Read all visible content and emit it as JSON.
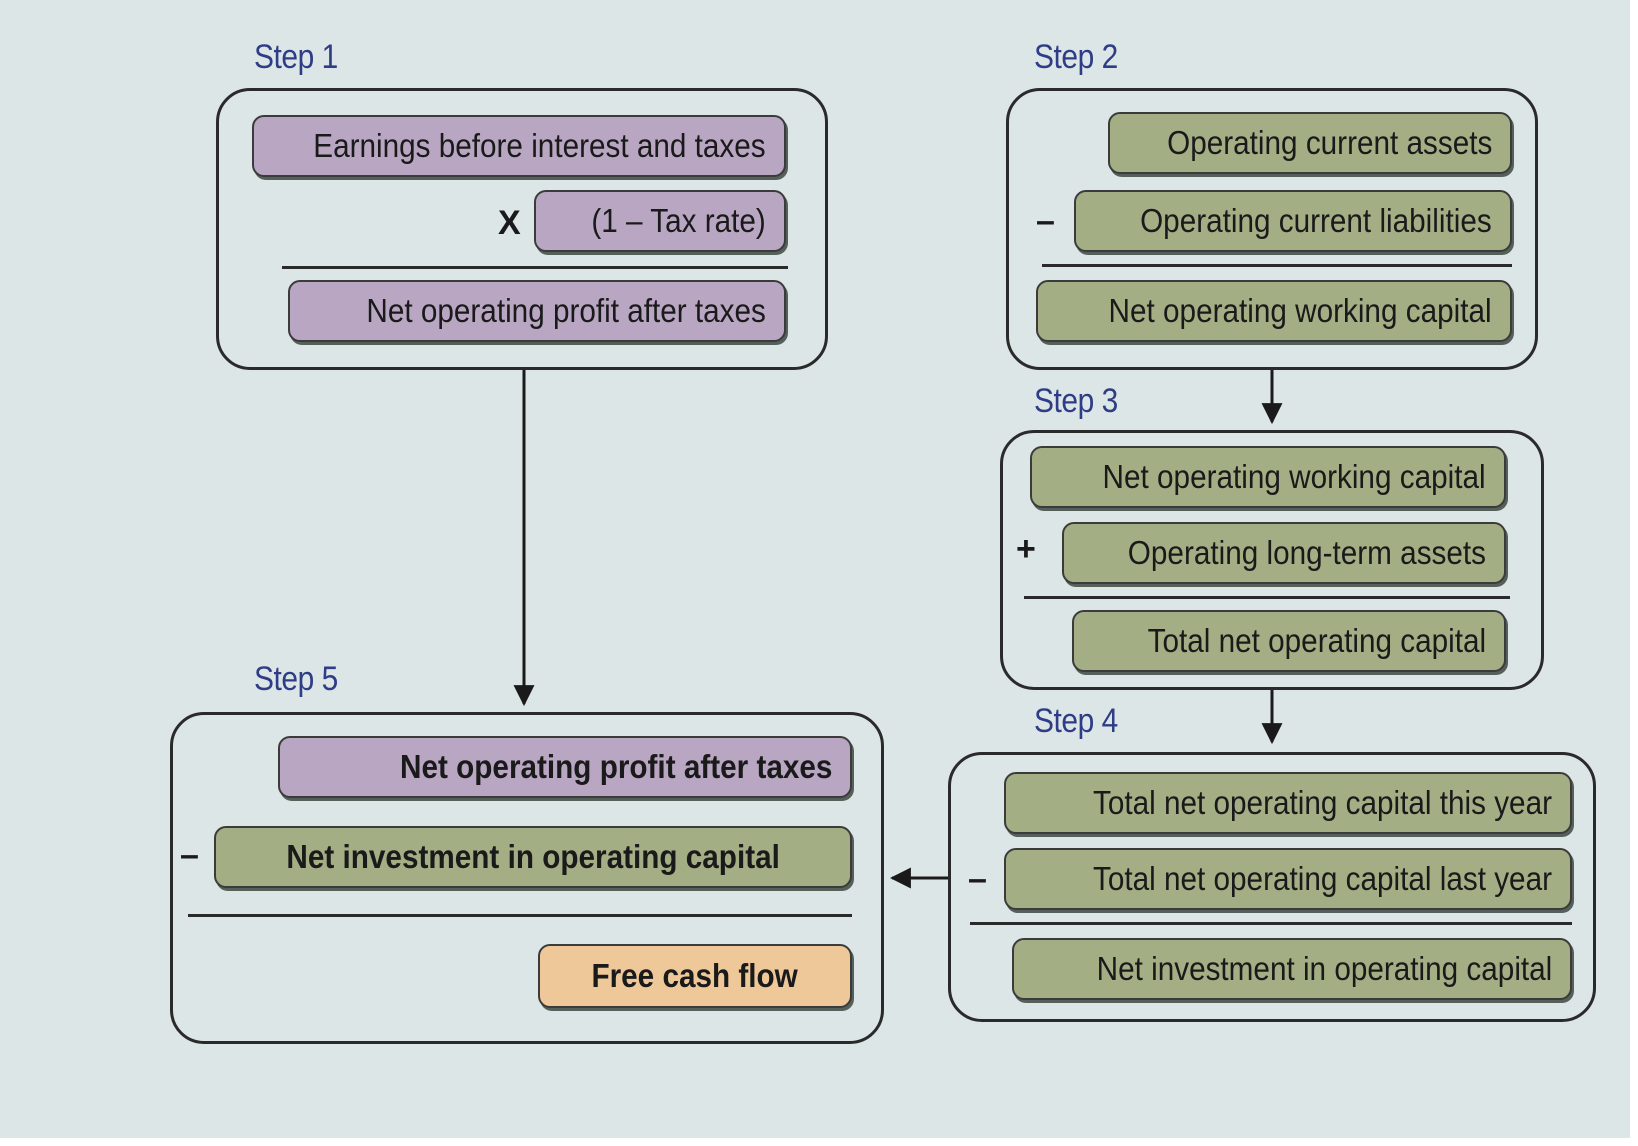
{
  "steps": {
    "step1": {
      "label": "Step 1",
      "item1": "Earnings before interest and taxes",
      "operator": "X",
      "item2": "(1 – Tax rate)",
      "result": "Net operating profit after taxes"
    },
    "step2": {
      "label": "Step 2",
      "item1": "Operating current assets",
      "operator": "–",
      "item2": "Operating current liabilities",
      "result": "Net operating working capital"
    },
    "step3": {
      "label": "Step 3",
      "item1": "Net operating working capital",
      "operator": "+",
      "item2": "Operating long-term assets",
      "result": "Total net operating capital"
    },
    "step4": {
      "label": "Step 4",
      "item1": "Total net operating capital this year",
      "operator": "–",
      "item2": "Total net operating capital last year",
      "result": "Net investment in operating capital"
    },
    "step5": {
      "label": "Step 5",
      "item1": "Net operating profit after taxes",
      "operator": "–",
      "item2": "Net investment in operating capital",
      "result": "Free cash flow"
    }
  },
  "colors": {
    "background": "#dde6e7",
    "step_label": "#2f3d86",
    "purple_box": "#b9a6c2",
    "green_box": "#a3ae84",
    "orange_box": "#efc89a",
    "outline": "#2a2a2a"
  }
}
